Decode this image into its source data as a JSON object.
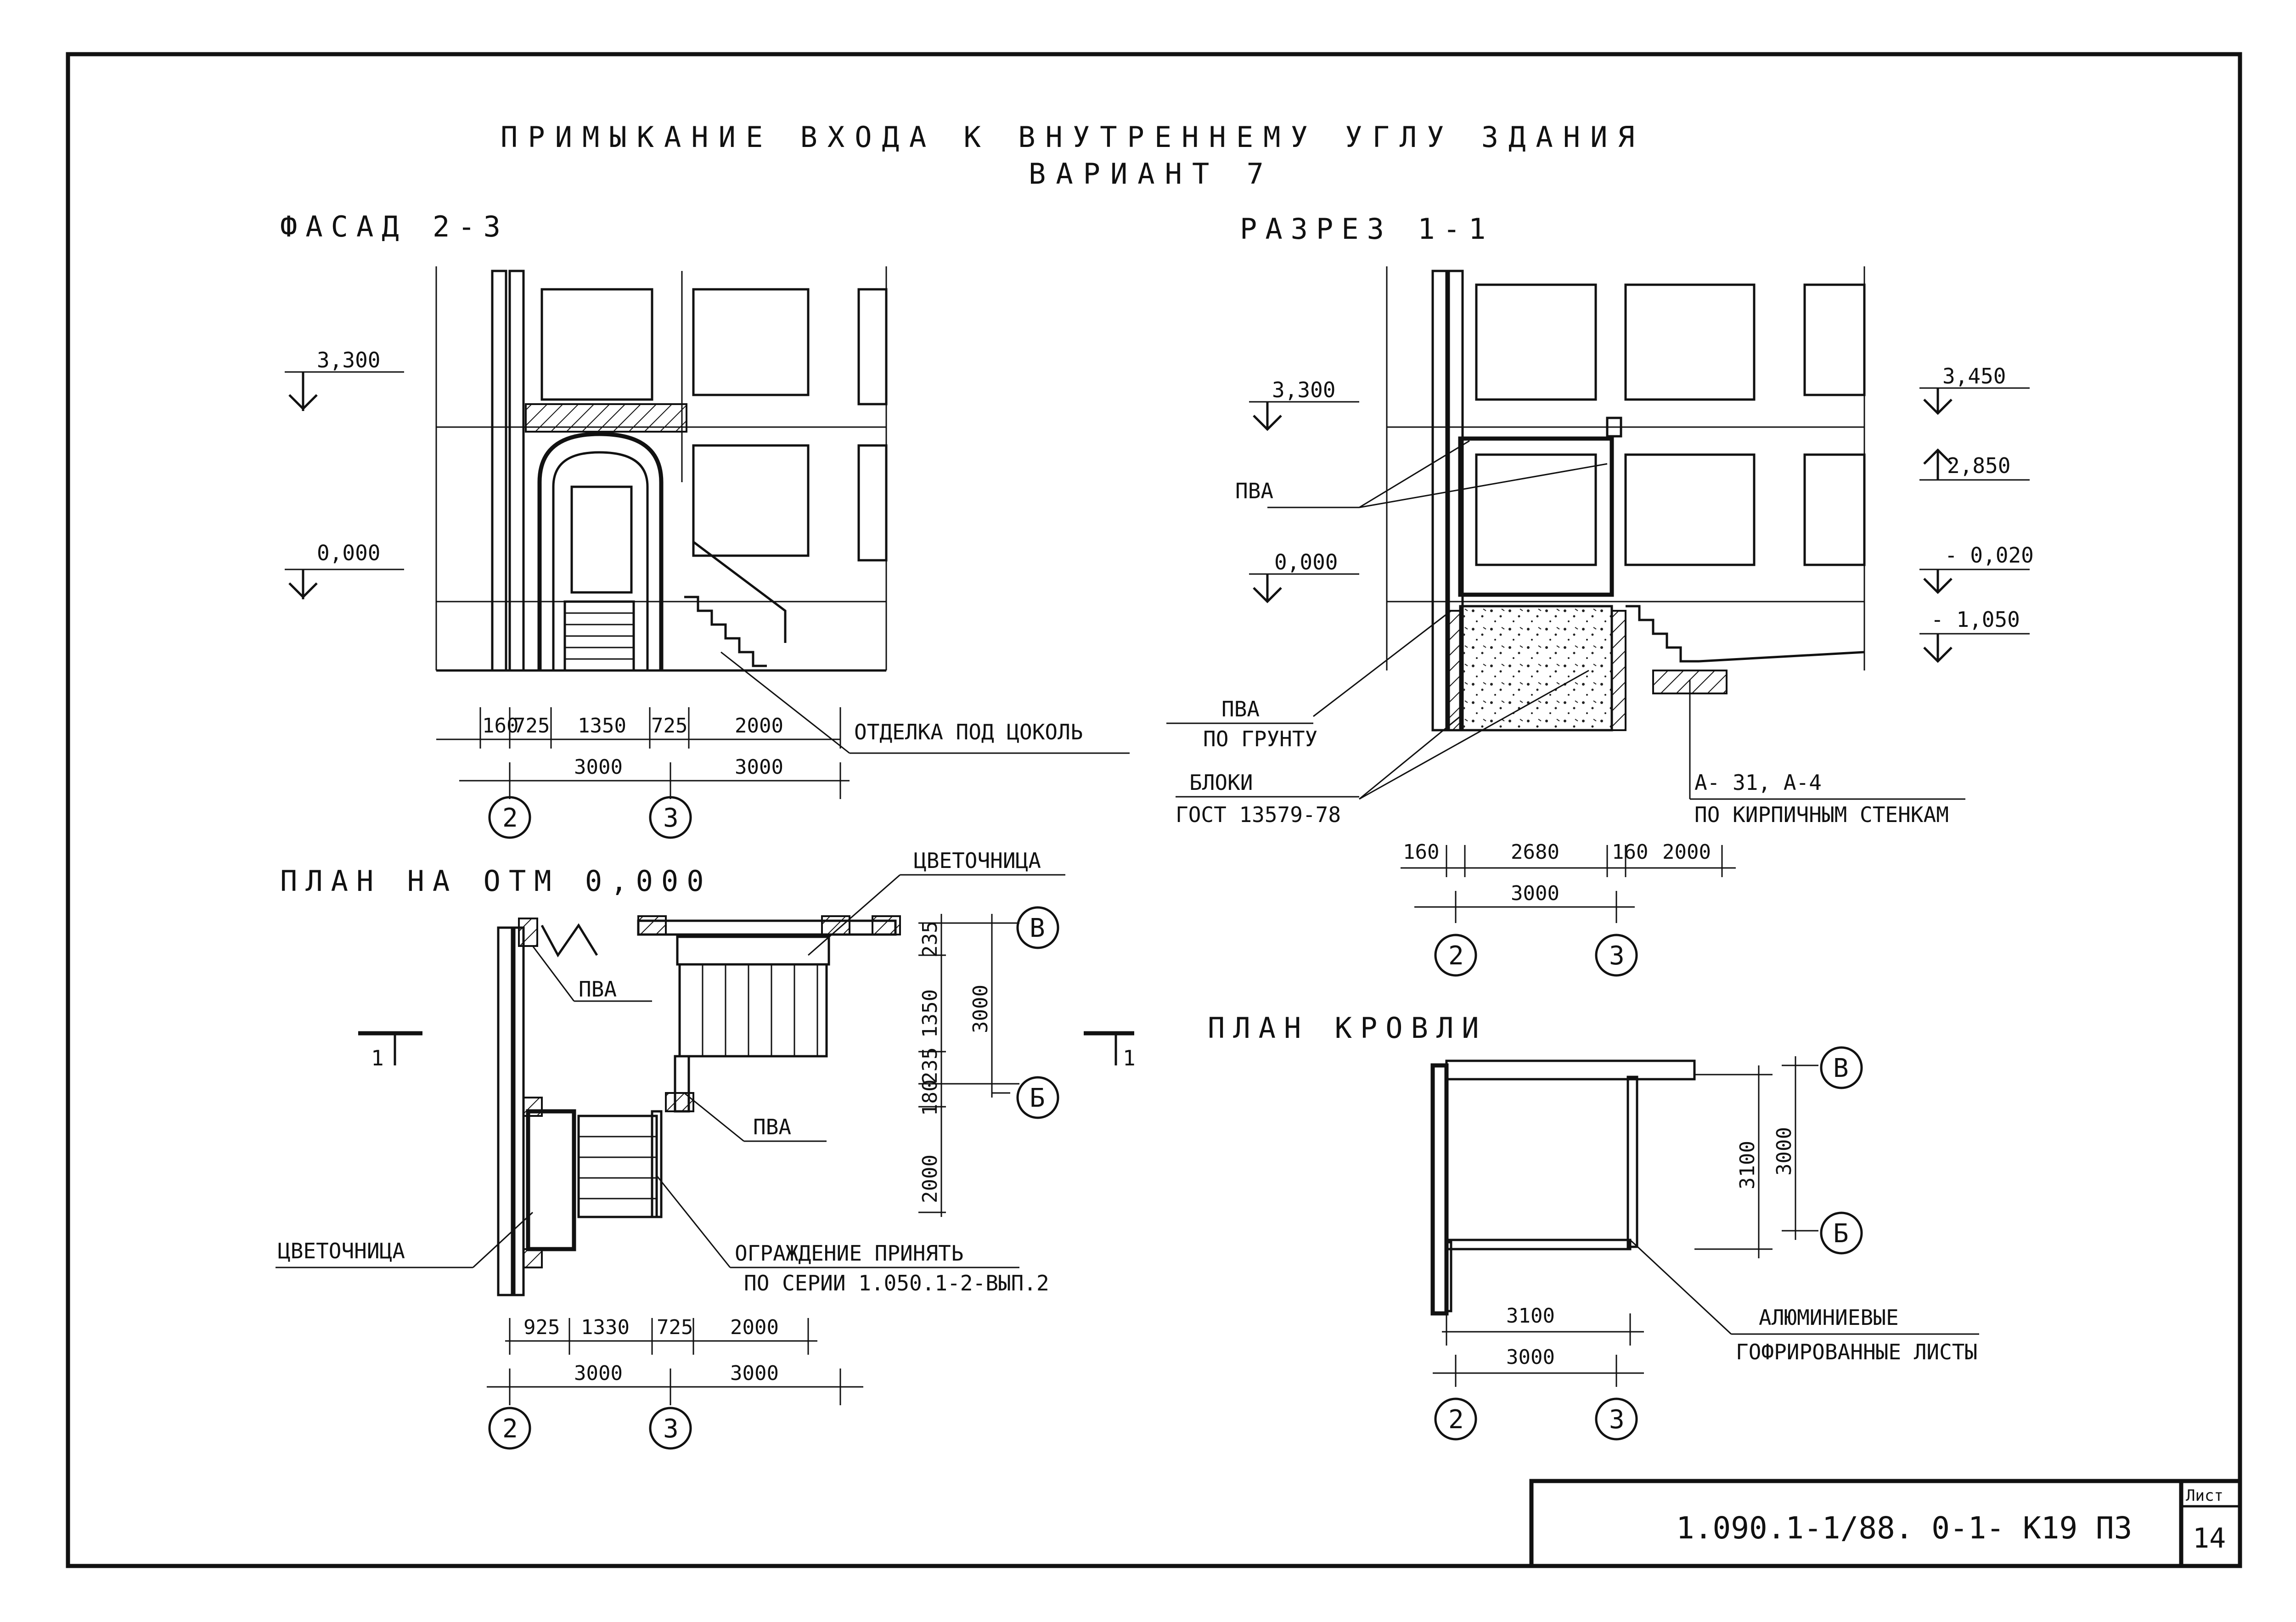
{
  "title": {
    "line1": "ПРИМЫКАНИЕ ВХОДА К ВНУТРЕННЕМУ УГЛУ ЗДАНИЯ",
    "line2": "ВАРИАНТ 7"
  },
  "facade": {
    "heading": "ФАСАД 2-3",
    "level_top": "3,300",
    "level_zero": "0,000",
    "note": "ОТДЕЛКА ПОД ЦОКОЛЬ",
    "dims_row1": [
      "160",
      "725",
      "1350",
      "725",
      "2000"
    ],
    "dims_row2": [
      "3000",
      "3000"
    ],
    "axes": [
      "2",
      "3"
    ]
  },
  "section": {
    "heading": "РАЗРЕЗ 1-1",
    "level_left_top": "3,300",
    "level_left_zero": "0,000",
    "label_pva": "ПВА",
    "levels_right": [
      "3,450",
      "2,850",
      "- 0,020",
      "- 1,050"
    ],
    "note_pva_ground_1": "ПВА",
    "note_pva_ground_2": "ПО ГРУНТУ",
    "note_blocks_1": "БЛОКИ",
    "note_blocks_2": "ГОСТ 13579-78",
    "note_brick_1": "А- 31, А-4",
    "note_brick_2": "ПО КИРПИЧНЫМ СТЕНКАМ",
    "dims_row1": [
      "160",
      "2680",
      "160",
      "2000"
    ],
    "dims_row2": [
      "3000"
    ],
    "axes": [
      "2",
      "3"
    ]
  },
  "plan": {
    "heading": "ПЛАН НА ОТМ 0,000",
    "label_flowerbed_top": "ЦВЕТОЧНИЦА",
    "label_pva_1": "ПВА",
    "label_pva_2": "ПВА",
    "label_flowerbed_left": "ЦВЕТОЧНИЦА",
    "note_fence_1": "ОГРАЖДЕНИЕ ПРИНЯТЬ",
    "note_fence_2": "ПО СЕРИИ 1.050.1-2-ВЫП.2",
    "section_mark": "1",
    "vdims": [
      "235",
      "1350",
      "235",
      "180",
      "2000",
      "3000"
    ],
    "dims_row1": [
      "925",
      "1330",
      "725",
      "2000"
    ],
    "dims_row2": [
      "3000",
      "3000"
    ],
    "axes_h": [
      "2",
      "3"
    ],
    "axes_v": [
      "В",
      "Б"
    ]
  },
  "roof": {
    "heading": "ПЛАН КРОВЛИ",
    "vdims": [
      "3100",
      "3000"
    ],
    "dims": [
      "3100",
      "3000"
    ],
    "note_1": "АЛЮМИНИЕВЫЕ",
    "note_2": "ГОФРИРОВАННЫЕ ЛИСТЫ",
    "axes_h": [
      "2",
      "3"
    ],
    "axes_v": [
      "В",
      "Б"
    ]
  },
  "stamp": {
    "code": "1.090.1-1/88. 0-1- К19 ПЗ",
    "sheet_label": "Лист",
    "sheet_no": "14"
  }
}
